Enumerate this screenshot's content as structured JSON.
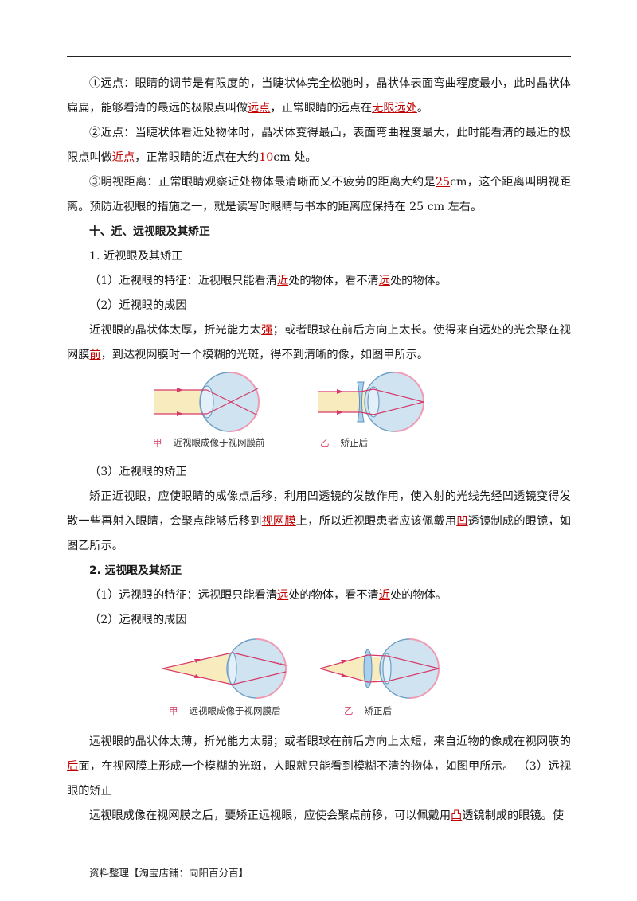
{
  "paragraphs": [
    {
      "parts": [
        {
          "t": "①远点：眼睛的调节是有限度的，当睫状体完全松驰时，晶状体表面弯曲程度最小，此时晶状体扁扁，能够看清的最远的极限点叫做"
        },
        {
          "t": "远点",
          "a": true
        },
        {
          "t": "，正常眼睛的远点在"
        },
        {
          "t": "无限远处",
          "a": true
        },
        {
          "t": "。"
        }
      ]
    },
    {
      "parts": [
        {
          "t": "②近点：当睫状体看近处物体时，晶状体变得最凸，表面弯曲程度最大，此时能看清的最近的极限点叫做"
        },
        {
          "t": "近点",
          "a": true
        },
        {
          "t": "，正常眼睛的近点在大约"
        },
        {
          "t": "10",
          "a": true
        },
        {
          "t": "cm 处。"
        }
      ]
    },
    {
      "parts": [
        {
          "t": "③明视距离：正常眼睛观察近处物体最清晰而又不疲劳的距离大约是"
        },
        {
          "t": "25",
          "a": true
        },
        {
          "t": "cm，这个距离叫明视距离。预防近视眼的措施之一，就是读写时眼睛与书本的距离应保持在 25 cm 左右。"
        }
      ]
    },
    {
      "heading": "十、近、远视眼及其矫正"
    },
    {
      "parts": [
        {
          "t": "1. 近视眼及其矫正"
        }
      ]
    },
    {
      "parts": [
        {
          "t": "（1）近视眼的特征：近视眼只能看清"
        },
        {
          "t": "近",
          "a": true
        },
        {
          "t": "处的物体，看不清"
        },
        {
          "t": "远",
          "a": true
        },
        {
          "t": "处的物体。"
        }
      ]
    },
    {
      "parts": [
        {
          "t": "（2）近视眼的成因"
        }
      ]
    },
    {
      "parts": [
        {
          "t": "近视眼的晶状体太厚，折光能力太"
        },
        {
          "t": "强",
          "a": true
        },
        {
          "t": "；或者眼球在前后方向上太长。使得来自远处的光会聚在视网膜"
        },
        {
          "t": "前",
          "a": true
        },
        {
          "t": "，到达视网膜时一个模糊的光斑，得不到清晰的像，如图甲所示。"
        }
      ]
    },
    {
      "figure": 1
    },
    {
      "parts": [
        {
          "t": "（3）近视眼的矫正"
        }
      ]
    },
    {
      "parts": [
        {
          "t": "矫正近视眼，应使眼睛的成像点后移，利用凹透镜的发散作用，使入射的光线先经凹透镜变得发散一些再射入眼睛，会聚点能够后移到"
        },
        {
          "t": "视网膜",
          "a": true
        },
        {
          "t": "上，所以近视眼患者应该佩戴用"
        },
        {
          "t": "凹",
          "a": true
        },
        {
          "t": "透镜制成的眼镜，如图乙所示。"
        }
      ]
    },
    {
      "heading": "2. 远视眼及其矫正"
    },
    {
      "parts": [
        {
          "t": "（1）远视眼的特征：远视眼只能看清"
        },
        {
          "t": "远",
          "a": true
        },
        {
          "t": "处的物体，看不清"
        },
        {
          "t": "近",
          "a": true
        },
        {
          "t": "处的物体。"
        }
      ]
    },
    {
      "parts": [
        {
          "t": "（2）远视眼的成因"
        }
      ]
    },
    {
      "figure": 2
    },
    {
      "parts": [
        {
          "t": "远视眼的晶状体太薄，折光能力太弱；或者眼球在前后方向上太短，来自近物的像成在视网膜的"
        },
        {
          "t": "后",
          "a": true
        },
        {
          "t": "面，在视网膜上形成一个模糊的光斑，人眼就只能看到模糊不清的物体，如图甲所示。 （3）远视眼的矫正"
        }
      ]
    },
    {
      "parts": [
        {
          "t": "远视眼成像在视网膜之后，要矫正远视眼，应使会聚点前移，可以佩戴用"
        },
        {
          "t": "凸",
          "a": true
        },
        {
          "t": "透镜制成的眼镜。使"
        }
      ]
    }
  ],
  "figures": {
    "fig1": {
      "left_mark": "甲",
      "left_caption": "近视眼成像于视网膜前",
      "right_mark": "乙",
      "right_caption": "矫正后"
    },
    "fig2": {
      "left_mark": "甲",
      "left_caption": "远视眼成像于视网膜后",
      "right_mark": "乙",
      "right_caption": "矫正后"
    }
  },
  "footer": "资料整理【淘宝店铺：向阳百分百】",
  "colors": {
    "answer": "#c00000",
    "ray": "#d63a6a",
    "eye_fill": "#cfe3f1",
    "eye_stroke": "#6f9fc4",
    "beam": "#f6e6a8"
  }
}
